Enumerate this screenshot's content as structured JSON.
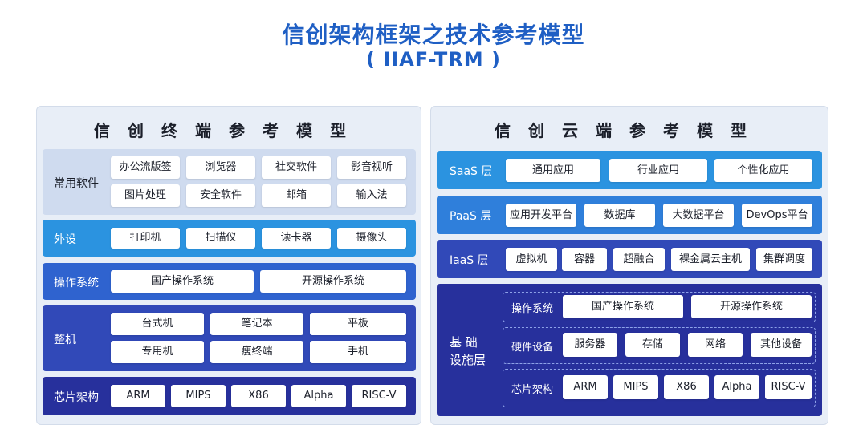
{
  "header": {
    "title": "信创架构框架之技术参考模型",
    "subtitle": "( IIAF-TRM )"
  },
  "terminal": {
    "title": "信创终端参考模型",
    "common_software": {
      "label": "常用软件",
      "items": [
        "办公流版签",
        "浏览器",
        "社交软件",
        "影音视听",
        "图片处理",
        "安全软件",
        "邮箱",
        "输入法"
      ]
    },
    "peripherals": {
      "label": "外设",
      "items": [
        "打印机",
        "扫描仪",
        "读卡器",
        "摄像头"
      ]
    },
    "os": {
      "label": "操作系统",
      "items": [
        "国产操作系统",
        "开源操作系统"
      ]
    },
    "machine": {
      "label": "整机",
      "items": [
        "台式机",
        "笔记本",
        "平板",
        "专用机",
        "瘦终端",
        "手机"
      ]
    },
    "chip": {
      "label": "芯片架构",
      "items": [
        "ARM",
        "MIPS",
        "X86",
        "Alpha",
        "RISC-V"
      ]
    }
  },
  "cloud": {
    "title": "信创云端参考模型",
    "saas": {
      "label": "SaaS 层",
      "items": [
        "通用应用",
        "行业应用",
        "个性化应用"
      ]
    },
    "paas": {
      "label": "PaaS 层",
      "items": [
        "应用开发平台",
        "数据库",
        "大数据平台",
        "DevOps平台"
      ]
    },
    "iaas": {
      "label": "IaaS 层",
      "items": [
        "虚拟机",
        "容器",
        "超融合",
        "裸金属云主机",
        "集群调度"
      ]
    },
    "infra": {
      "label_line1": "基  础",
      "label_line2": "设施层",
      "os": {
        "label": "操作系统",
        "items": [
          "国产操作系统",
          "开源操作系统"
        ]
      },
      "hardware": {
        "label": "硬件设备",
        "items": [
          "服务器",
          "存储",
          "网络",
          "其他设备"
        ]
      },
      "chip": {
        "label": "芯片架构",
        "items": [
          "ARM",
          "MIPS",
          "X86",
          "Alpha",
          "RISC-V"
        ]
      }
    }
  }
}
